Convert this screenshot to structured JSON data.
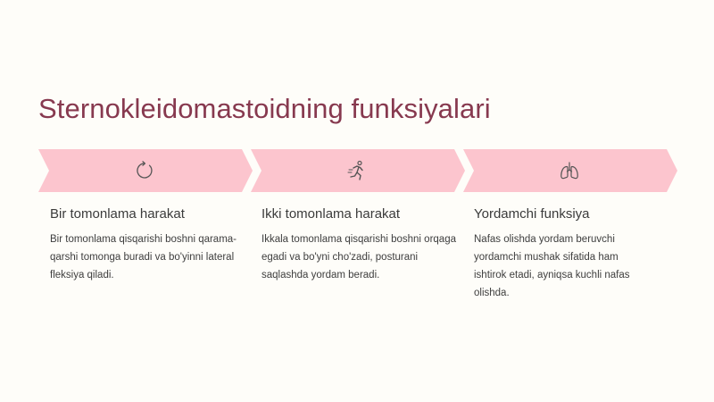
{
  "slide": {
    "title": "Sternokleidomastoidning funksiyalari",
    "accent_color": "#87394f",
    "chevron_color": "#fcc5ce",
    "steps": [
      {
        "icon": "rotate-icon",
        "heading": "Bir tomonlama harakat",
        "text": "Bir tomonlama qisqarishi boshni qarama-qarshi tomonga buradi va bo'yinni lateral fleksiya qiladi."
      },
      {
        "icon": "running-person-icon",
        "heading": "Ikki tomonlama harakat",
        "text": "Ikkala tomonlama qisqarishi boshni orqaga egadi va bo'yni cho'zadi, posturani saqlashda yordam beradi."
      },
      {
        "icon": "lungs-icon",
        "heading": "Yordamchi funksiya",
        "text": "Nafas olishda yordam beruvchi yordamchi mushak sifatida ham ishtirok etadi, ayniqsa kuchli nafas olishda."
      }
    ]
  }
}
